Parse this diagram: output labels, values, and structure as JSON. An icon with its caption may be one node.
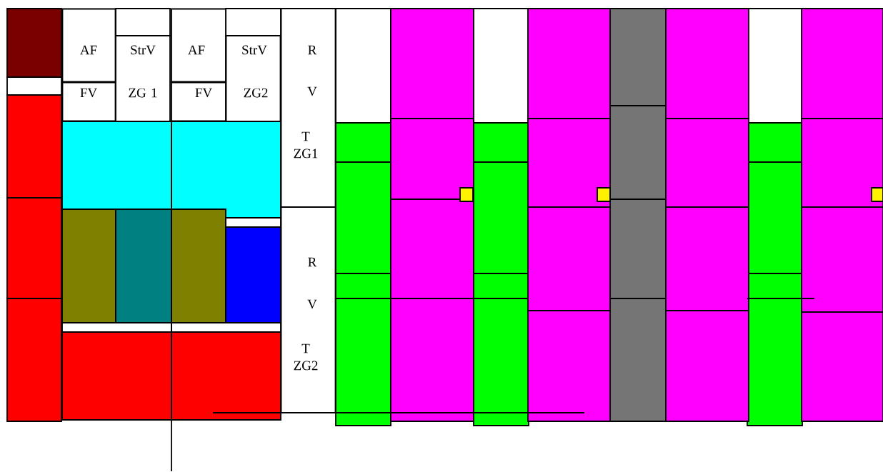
{
  "diagram": {
    "nodes": [
      {
        "text": [
          "AF"
        ]
      },
      {
        "text": [
          "FV"
        ]
      },
      {
        "text": [
          "StrV",
          "ZG 1"
        ]
      },
      {
        "text": [
          "AF"
        ]
      },
      {
        "text": [
          "FV"
        ]
      },
      {
        "text": [
          "StrV",
          "ZG2"
        ]
      },
      {
        "text": [
          "R",
          "V",
          "T ZG1"
        ]
      },
      {
        "text": [
          "R",
          "V",
          "T ZG2"
        ]
      }
    ]
  }
}
